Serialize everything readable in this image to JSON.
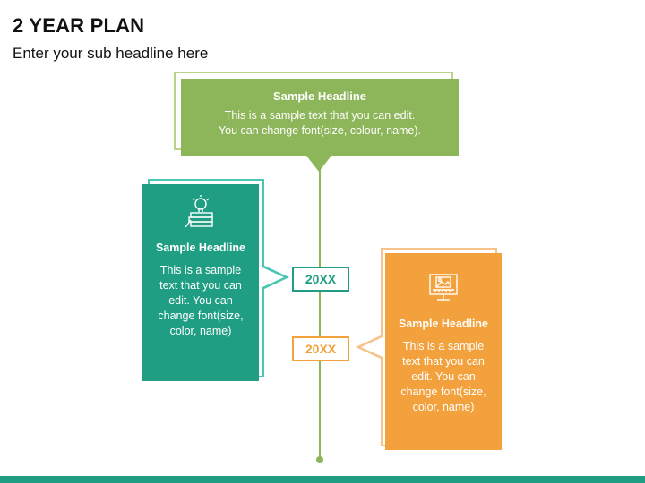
{
  "header": {
    "title": "2 YEAR PLAN",
    "subtitle": "Enter your sub headline here"
  },
  "top_box": {
    "headline": "Sample Headline",
    "text_line1": "This is a sample text that you can edit.",
    "text_line2": "You can change font(size, colour, name)."
  },
  "left_box": {
    "icon": "idea-books-pencil-icon",
    "headline": "Sample Headline",
    "text": "This is a sample text that you can edit. You can change font(size, color, name)"
  },
  "right_box": {
    "icon": "computer-image-icon",
    "headline": "Sample Headline",
    "text": "This is a sample text that you can edit. You can change font(size, color, name)"
  },
  "years": [
    "20XX",
    "20XX"
  ],
  "colors": {
    "green": "#8db55a",
    "teal": "#1f9e83",
    "orange": "#f2a13c"
  }
}
